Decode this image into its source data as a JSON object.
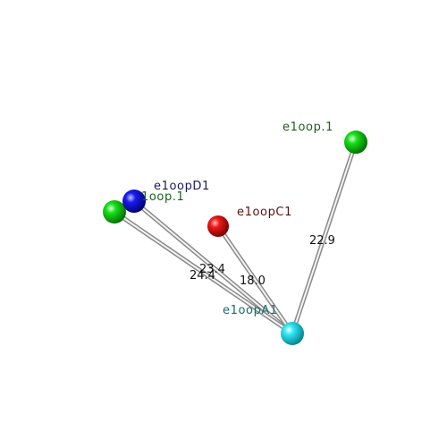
{
  "atoms": {
    "a1": {
      "label": "e1oopA1",
      "color": "#16c8d8",
      "label_color": "#1a6b70"
    },
    "c1": {
      "label": "e1oopC1",
      "color": "#e01010",
      "label_color": "#5a1010"
    },
    "d1": {
      "label": "e1oopD1",
      "color": "#1010e0",
      "label_color": "#1a1a5e"
    },
    "g_left": {
      "label": "1oop.1",
      "color": "#10d010",
      "label_color": "#1a5e1a"
    },
    "g_right": {
      "label": "e1oop.1",
      "color": "#10d010",
      "label_color": "#1a5e1a"
    }
  },
  "distances": {
    "a1_g_right": "22.9",
    "a1_c1": "18.0",
    "a1_d1": "23.4",
    "a1_g_left": "24.4"
  }
}
